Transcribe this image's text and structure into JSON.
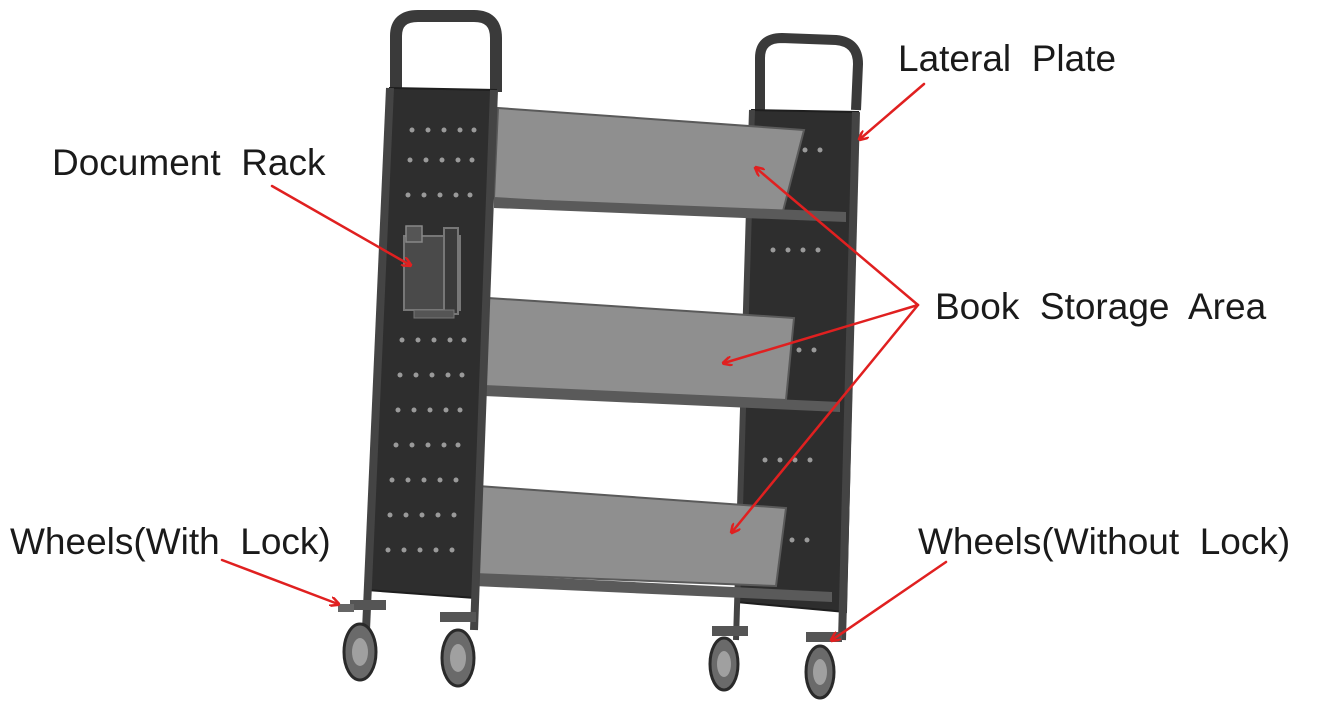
{
  "labels": {
    "lateral_plate": "Lateral  Plate",
    "document_rack": "Document  Rack",
    "book_storage_area": "Book  Storage  Area",
    "wheels_with_lock": "Wheels(With  Lock)",
    "wheels_without_lock": "Wheels(Without  Lock)"
  },
  "colors": {
    "arrow": "#e02020",
    "frame": "#3a3a3a",
    "panel": "#2e2e2e",
    "shelf": "#8f8f8f",
    "shelf_edge": "#5a5a5a",
    "background": "#ffffff"
  }
}
